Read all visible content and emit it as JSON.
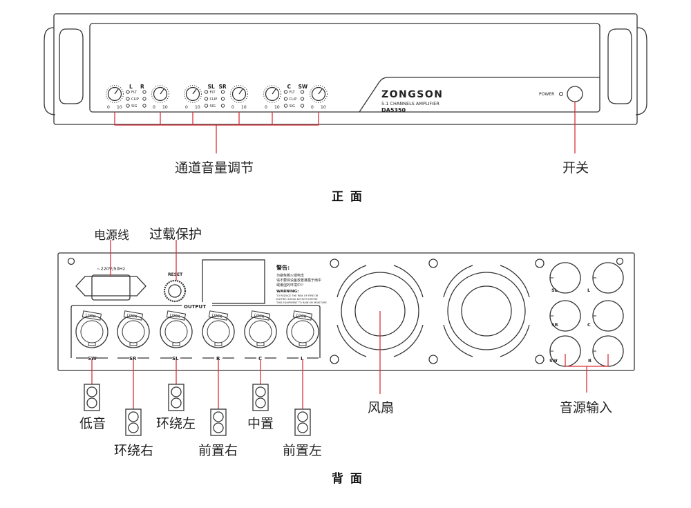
{
  "front": {
    "channel_labels": [
      "L",
      "R",
      "SL",
      "SR",
      "C",
      "SW"
    ],
    "led_labels": [
      "FLT",
      "CLIP",
      "SIG"
    ],
    "knob_scale": [
      "0",
      "10"
    ],
    "brand": "ZONGSON",
    "subtitle": "5.1 CHANNELS AMPLIFIER",
    "model": "DA5350",
    "power_label": "POWER",
    "callout_volume": "通道音量调节",
    "callout_switch": "开关",
    "caption": "正 面"
  },
  "rear": {
    "voltage": "~220V/50Hz",
    "reset": "RESET",
    "warning_title": "警告:",
    "warning_cn": [
      "为避免着火或电击",
      "请不要将设备放置暴露于雨中",
      "或潮湿的环境中!!"
    ],
    "warning_en_title": "WARNING:",
    "warning_en": [
      "TO REDUCE THE RISK OF FIRE OR",
      "ELETRIC SHOCK DO NOT EXPOSE",
      "THIS EQUIPMENT TO RAIN OR MOISTURE"
    ],
    "output_label": "OUTPUT",
    "lock_label": "LOCK",
    "output_channels": [
      "SW",
      "SR",
      "SL",
      "R",
      "C",
      "L"
    ],
    "input_labels": [
      "SL",
      "L",
      "SR",
      "C",
      "SW",
      "R"
    ],
    "callout_power_cord": "电源线",
    "callout_overload": "过载保护",
    "callout_fan": "风扇",
    "callout_input": "音源输入",
    "speakers": {
      "subwoofer": "低音",
      "surround_right": "环绕右",
      "surround_left": "环绕左",
      "front_right": "前置右",
      "center": "中置",
      "front_left": "前置左"
    },
    "caption": "背 面"
  },
  "colors": {
    "callout_line": "#d9303a",
    "panel_stroke": "#333333"
  }
}
